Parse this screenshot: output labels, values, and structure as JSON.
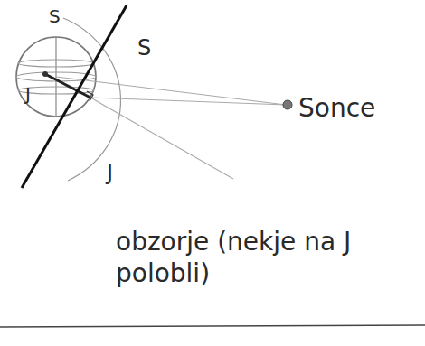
{
  "diagram": {
    "labels": [
      "S",
      "J",
      "S",
      "J",
      "Sonce",
      "obzorje (nekje na J polobli)"
    ]
  }
}
